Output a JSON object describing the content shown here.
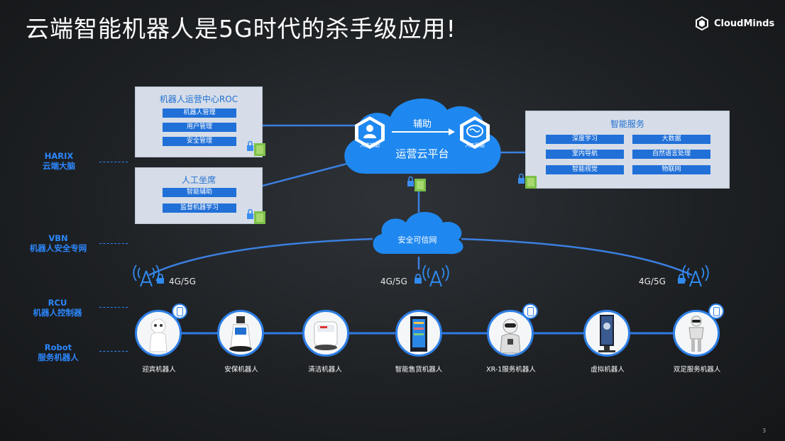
{
  "title": "云端智能机器人是5G时代的杀手级应用!",
  "logo": {
    "text": "CloudMinds",
    "icon": "cube-logo-icon"
  },
  "page_number": "3",
  "layers": [
    {
      "line1": "HARIX",
      "line2": "云端大脑"
    },
    {
      "line1": "VBN",
      "line2": "机器人安全专网"
    },
    {
      "line1": "RCU",
      "line2": "机器人控制器"
    },
    {
      "line1": "Robot",
      "line2": "服务机器人"
    }
  ],
  "roc_panel": {
    "title": "机器人运营中心ROC",
    "items": [
      "机器人管理",
      "用户管理",
      "安全管理"
    ]
  },
  "agent_panel": {
    "title": "人工坐席",
    "items": [
      "智能辅助",
      "监督机器学习"
    ]
  },
  "service_panel": {
    "title": "智能服务",
    "items": [
      "深度学习",
      "大数据",
      "室内导航",
      "自然语言处理",
      "智能视觉",
      "物联网"
    ]
  },
  "ops_cloud": {
    "label": "运营云平台",
    "assist_label": "辅助",
    "left_node": "人类辅助",
    "right_node": "人工智能"
  },
  "secure_cloud": {
    "label": "安全可信网"
  },
  "network_labels": [
    "4G/5G",
    "4G/5G",
    "4G/5G"
  ],
  "robots": [
    "迎宾机器人",
    "安保机器人",
    "清洁机器人",
    "智能售货机器人",
    "XR-1服务机器人",
    "虚拟机器人",
    "双足服务机器人"
  ],
  "colors": {
    "accent": "#2170d8",
    "panel": "#d6dde8",
    "cloud": "#1e86f0",
    "line": "#2f7ae6"
  }
}
